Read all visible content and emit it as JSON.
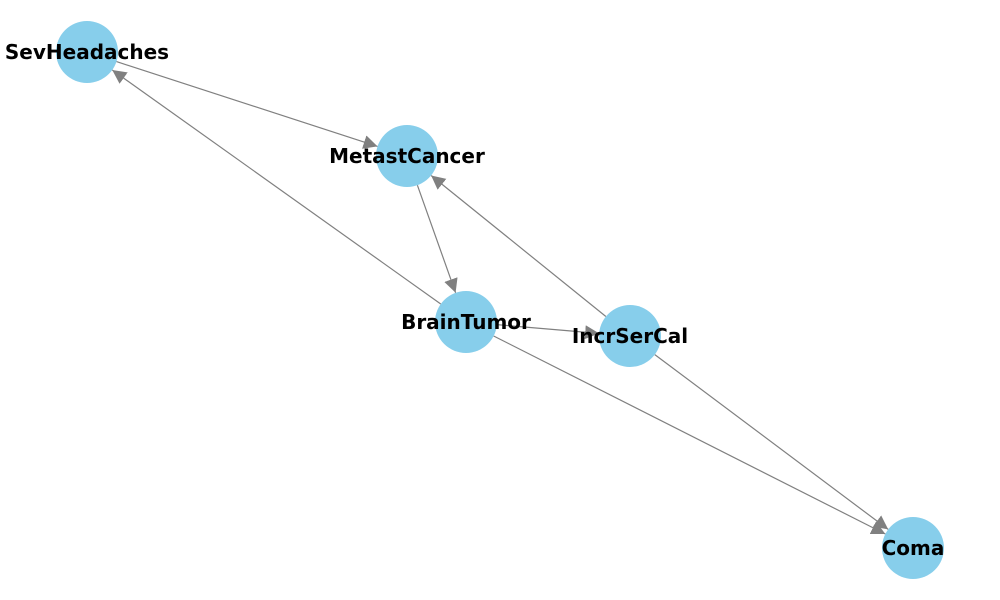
{
  "colors": {
    "background": "#ffffff",
    "node_fill": "#87ceeb",
    "edge_stroke": "#808080",
    "label": "#000000"
  },
  "nodes": [
    {
      "id": "SevHeadaches",
      "label": "SevHeadaches"
    },
    {
      "id": "MetastCancer",
      "label": "MetastCancer"
    },
    {
      "id": "BrainTumor",
      "label": "BrainTumor"
    },
    {
      "id": "IncrSerCal",
      "label": "IncrSerCal"
    },
    {
      "id": "Coma",
      "label": "Coma"
    }
  ],
  "edges": [
    {
      "from": "SevHeadaches",
      "to": "MetastCancer"
    },
    {
      "from": "MetastCancer",
      "to": "BrainTumor"
    },
    {
      "from": "BrainTumor",
      "to": "SevHeadaches"
    },
    {
      "from": "BrainTumor",
      "to": "IncrSerCal"
    },
    {
      "from": "IncrSerCal",
      "to": "MetastCancer"
    },
    {
      "from": "BrainTumor",
      "to": "Coma"
    },
    {
      "from": "IncrSerCal",
      "to": "Coma"
    }
  ]
}
